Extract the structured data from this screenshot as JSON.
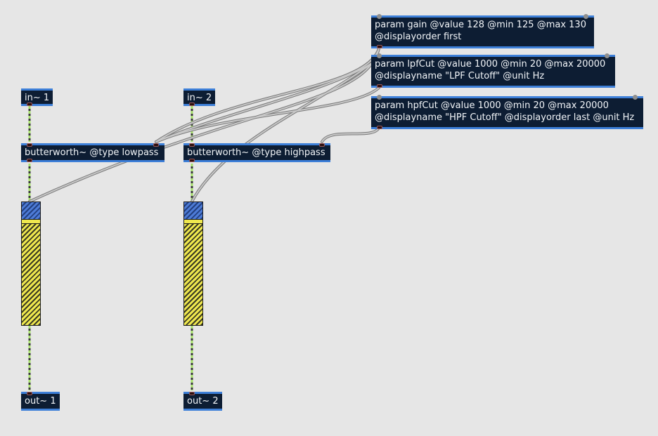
{
  "patcher": {
    "params": {
      "gain": [
        "param gain @value 128 @min 125 @max 130",
        "@displayorder first"
      ],
      "lpf": [
        "param lpfCut @value 1000 @min 20 @max 20000",
        "@displayname \"LPF Cutoff\" @unit Hz"
      ],
      "hpf": [
        "param hpfCut @value 1000 @min 20 @max 20000",
        "@displayname \"HPF Cutoff\" @displayorder last @unit Hz"
      ]
    },
    "inputs": {
      "in1": "in~ 1",
      "in2": "in~ 2"
    },
    "filters": {
      "lowpass": "butterworth~ @type lowpass",
      "highpass": "butterworth~ @type highpass"
    },
    "outputs": {
      "out1": "out~ 1",
      "out2": "out~ 2"
    }
  },
  "colors": {
    "canvas": "#e6e6e6",
    "object_body": "#0d1d33",
    "object_border": "#3d7fd8",
    "audio_cord": "#a6e06b",
    "control_cord": "#9a9a9a",
    "meter_hot": "#efe84e",
    "meter_cool": "#4d7bd6"
  }
}
